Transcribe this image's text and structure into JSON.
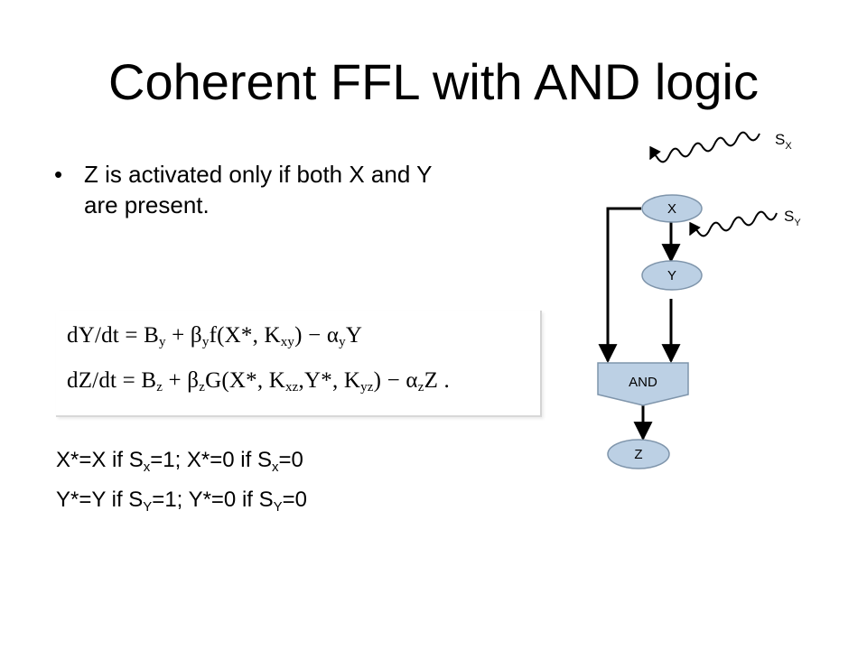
{
  "slide": {
    "title": "Coherent FFL with AND logic",
    "bullet": "Z is activated only if both X and Y are present."
  },
  "equations": {
    "eq1": {
      "lhs": "dY/dt = B",
      "b_sub": "y",
      "plus1": " + β",
      "beta_sub": "y",
      "func": "f(X*, K",
      "k_sub": "xy",
      "tail": ") − α",
      "alpha_sub": "y",
      "end": "Y"
    },
    "eq2": {
      "lhs": "dZ/dt = B",
      "b_sub": "z",
      "plus1": " + β",
      "beta_sub": "z",
      "func": "G(X*, K",
      "k1_sub": "xz",
      "mid": ",Y*, K",
      "k2_sub": "yz",
      "tail": ") − α",
      "alpha_sub": "z",
      "end": "Z ."
    }
  },
  "conditions": {
    "line1": {
      "a": "X*=X if S",
      "a_sub": "x",
      "b": "=1; X*=0 if S",
      "b_sub": "x",
      "c": "=0"
    },
    "line2": {
      "a": "Y*=Y if S",
      "a_sub": "Y",
      "b": "=1; Y*=0 if S",
      "b_sub": "Y",
      "c": "=0"
    }
  },
  "diagram": {
    "node_x": "X",
    "node_y": "Y",
    "node_and": "AND",
    "node_z": "Z",
    "signal_x": {
      "base": "S",
      "sub": "X"
    },
    "signal_y": {
      "base": "S",
      "sub": "Y"
    },
    "node_fill": "#bcd0e4",
    "node_stroke": "#7f95ab",
    "line_color": "#000000"
  }
}
